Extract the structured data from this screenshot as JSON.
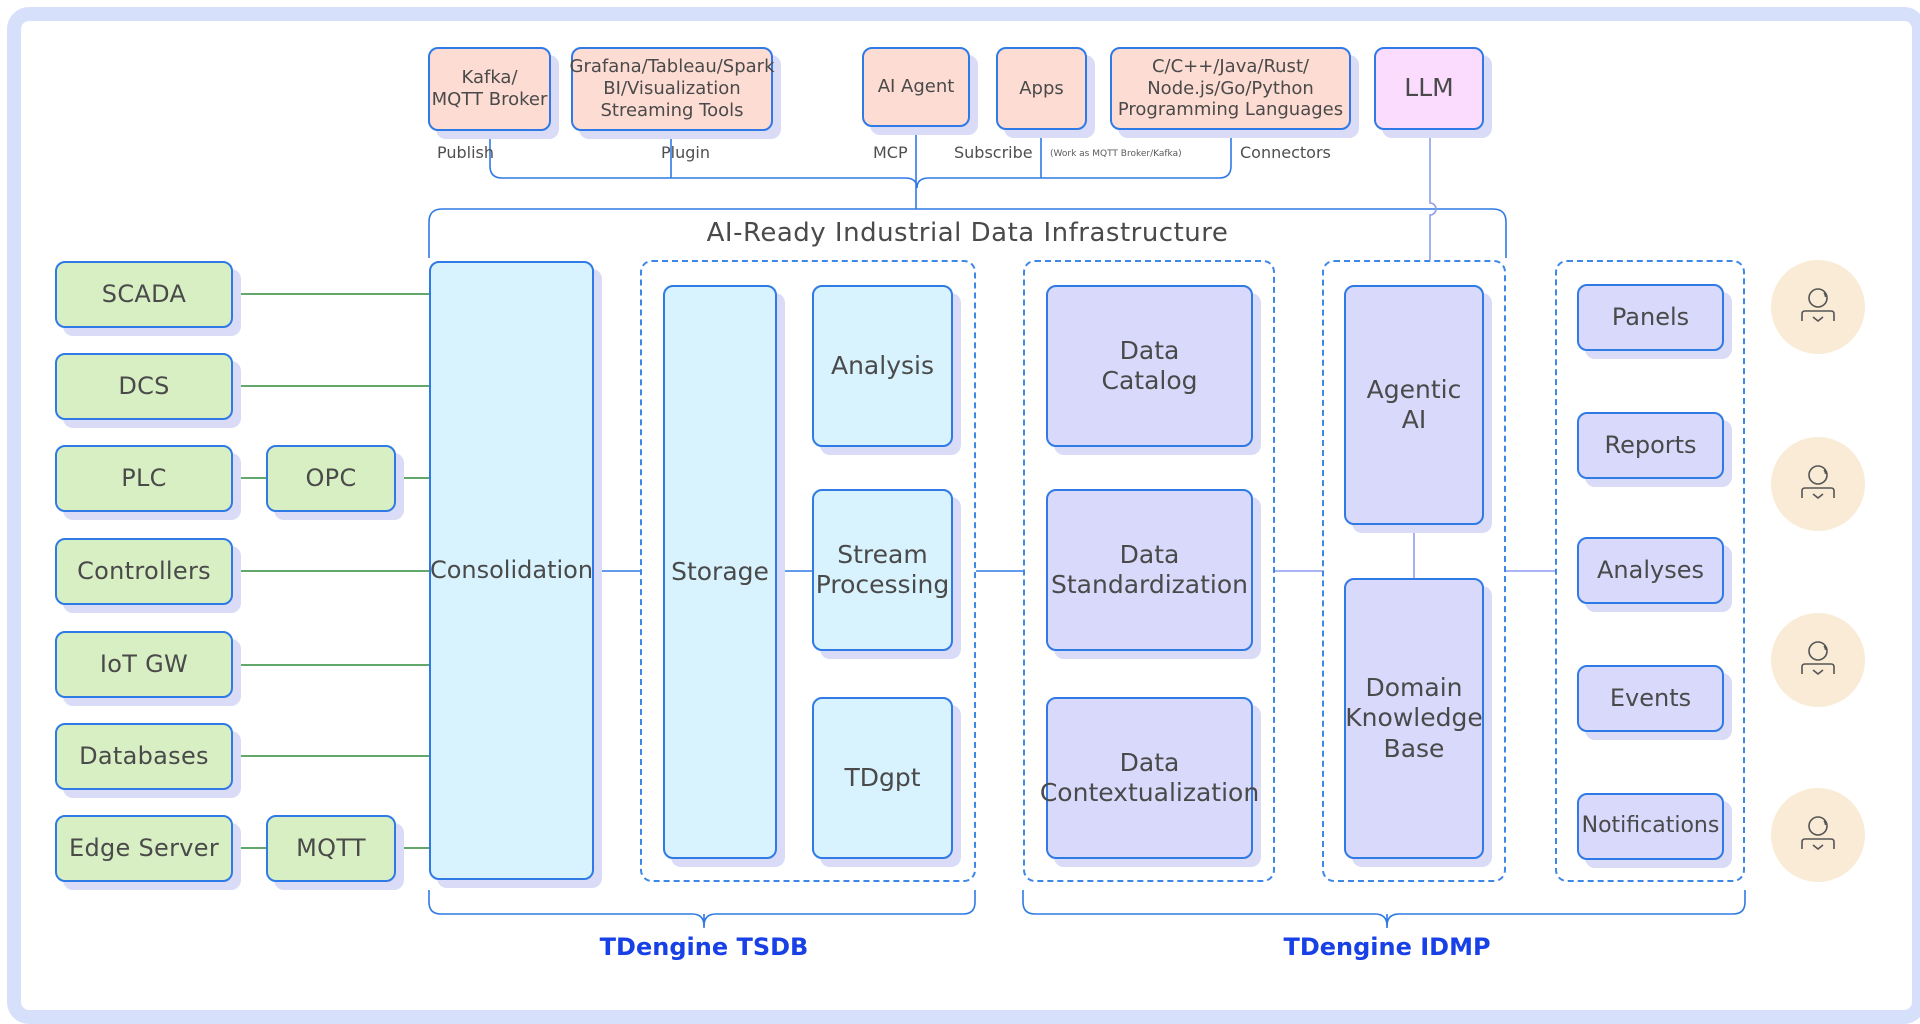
{
  "diagram": {
    "title": "AI-Ready Industrial Data Infrastructure",
    "consumers": [
      {
        "id": "kafka",
        "label": "Kafka/\nMQTT Broker",
        "connection": "Publish"
      },
      {
        "id": "bi",
        "label": "Grafana/Tableau/Spark\nBI/Visualization\nStreaming Tools",
        "connection": "Plugin"
      },
      {
        "id": "ai-agent",
        "label": "AI Agent",
        "connection": "MCP"
      },
      {
        "id": "apps",
        "label": "Apps",
        "connection": "Subscribe",
        "note": "(Work as MQTT Broker/Kafka)"
      },
      {
        "id": "languages",
        "label": "C/C++/Java/Rust/\nNode.js/Go/Python\nProgramming Languages",
        "connection": "Connectors"
      }
    ],
    "llm": {
      "label": "LLM"
    },
    "sources": [
      {
        "label": "SCADA"
      },
      {
        "label": "DCS"
      },
      {
        "label": "PLC",
        "via": "OPC"
      },
      {
        "label": "Controllers"
      },
      {
        "label": "IoT GW"
      },
      {
        "label": "Databases"
      },
      {
        "label": "Edge Server",
        "via": "MQTT"
      }
    ],
    "consolidation": {
      "label": "Consolidation"
    },
    "tsdb": {
      "product": "TDengine TSDB",
      "storage": "Storage",
      "modules": [
        "Analysis",
        "Stream\nProcessing",
        "TDgpt"
      ]
    },
    "idmp": {
      "product": "TDengine IDMP",
      "data_modules": [
        "Data\nCatalog",
        "Data\nStandardization",
        "Data\nContextualization"
      ],
      "ai_modules": [
        "Agentic\nAI",
        "Domain\nKnowledge\nBase"
      ],
      "outputs": [
        "Panels",
        "Reports",
        "Analyses",
        "Events",
        "Notifications"
      ]
    },
    "users": [
      {
        "icon": "user-check-icon"
      },
      {
        "icon": "user-check-icon"
      },
      {
        "icon": "user-check-icon"
      },
      {
        "icon": "user-check-icon"
      }
    ],
    "colors": {
      "border": "#2f7ae5",
      "source_fill": "#d8efc4",
      "consumer_fill": "#fddcd3",
      "llm_fill": "#fbdcff",
      "tsdb_fill": "#d8f3fe",
      "idmp_fill": "#d9d9fc",
      "persona_fill": "#f9ebd5",
      "product_label": "#1740e6",
      "source_wire": "#2e8b3a"
    }
  }
}
